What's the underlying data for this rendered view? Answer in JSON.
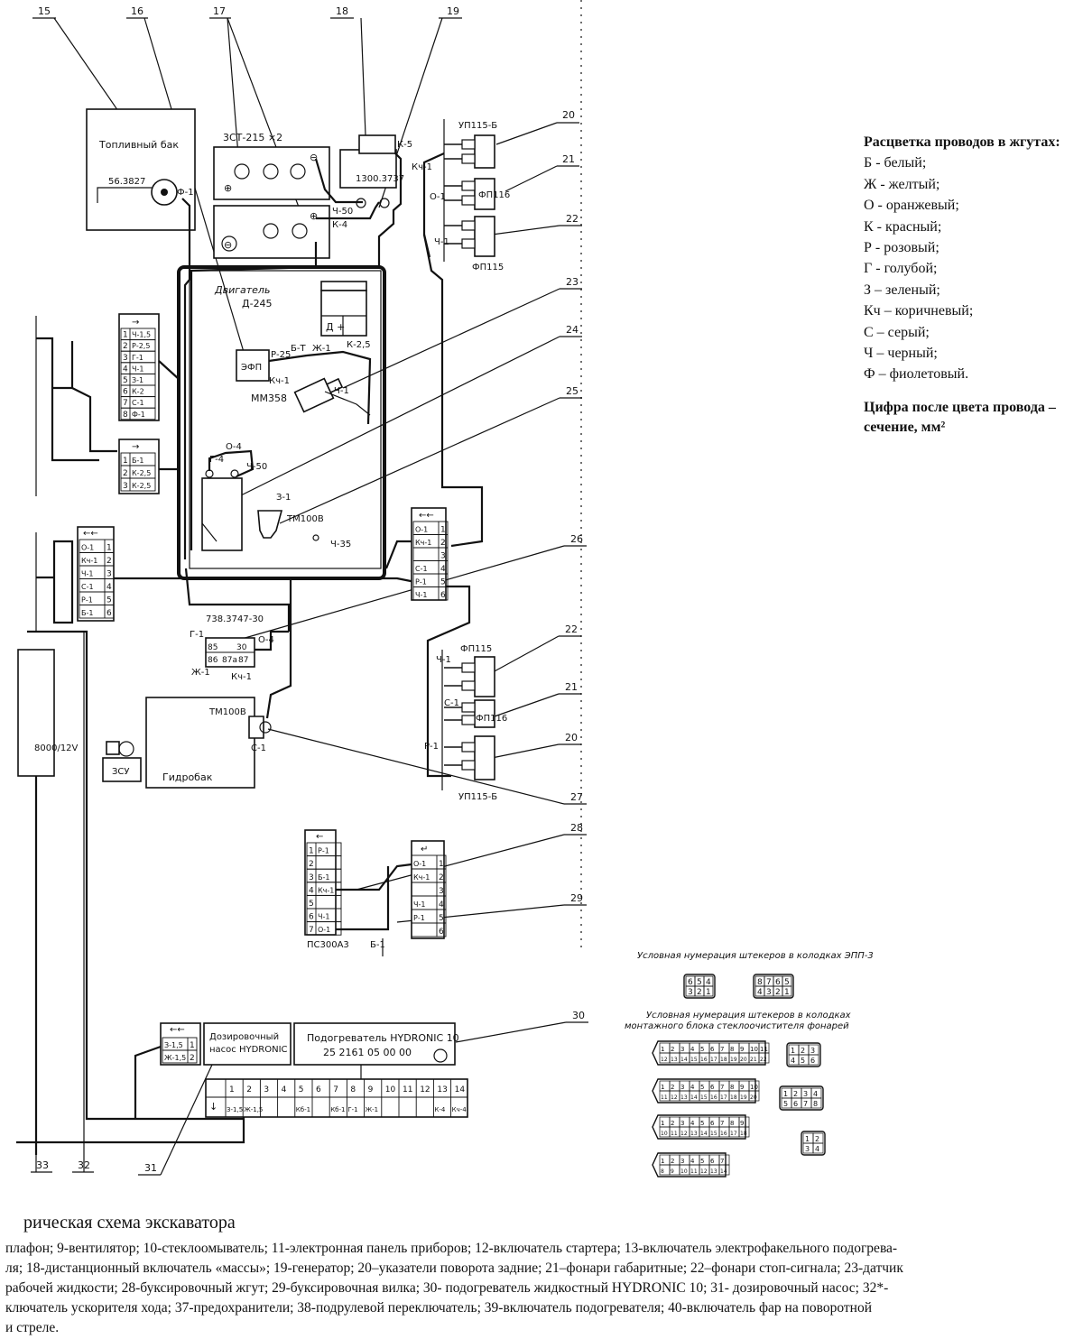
{
  "legend": {
    "heading": "Расцветка проводов в жгутах:",
    "colors": [
      "Б - белый;",
      "Ж - желтый;",
      "О - оранжевый;",
      "К - красный;",
      "Р - розовый;",
      "Г - голубой;",
      "З – зеленый;",
      "Кч – коричневый;",
      "С – серый;",
      "Ч – черный;",
      "Ф – фиолетовый."
    ],
    "note": "Цифра после цвета провода – сечение, мм²"
  },
  "caption": {
    "title": "рическая схема экскаватора",
    "lines": [
      "плафон; 9-вентилятор; 10-стеклоомыватель; 11-электронная панель приборов; 12-включатель стартера; 13-включатель электрофакельного подогрева-",
      "ля; 18-дистанционный включатель «массы»; 19-генератор; 20–указатели поворота задние; 21–фонари габаритные; 22–фонари стоп-сигнала; 23-датчик",
      "рабочей жидкости; 28-буксировочный жгут; 29-буксировочная вилка; 30- подогреватель жидкостный HYDRONIC 10; 31- дозировочный насос; 32*-",
      "ключатель ускорителя хода; 37-предохранители; 38-подрулевой переключатель; 39-включатель подогревателя; 40-включатель фар на поворотной",
      "и стреле."
    ]
  },
  "callouts": [
    "15",
    "16",
    "17",
    "18",
    "19",
    "20",
    "21",
    "22",
    "23",
    "24",
    "25",
    "26",
    "22",
    "21",
    "20",
    "27",
    "28",
    "29",
    "30",
    "31",
    "32",
    "33"
  ],
  "components": {
    "fuel_tank": "Топливный бак",
    "fuel_sensor": "56.3827",
    "battery": "3СТ-215 ×2",
    "mass_switch": "1300.3737",
    "engine": "Двигатель",
    "engine_model": "Д-245",
    "efp": "ЭФП",
    "mm358": "ММ358",
    "tm100v": "ТМ100В",
    "relay": "738.3747-30",
    "hydro_tank": "Гидробак",
    "tm100v_2": "ТМ100В",
    "zsu": "ЗСУ",
    "relay_8000": "8000/12V",
    "up115b": "УП115-Б",
    "fp116": "ФП116",
    "fp115": "ФП115",
    "ps300a3": "ПС300А3",
    "dosing_pump": "Дозировочный насос HYDRONIC",
    "heater_line1": "Подогреватель HYDRONIC 10",
    "heater_line2": "25 2161 05 00 00",
    "numbering_title": "Условная нумерация штекеров в колодках ЭПП-3",
    "mount_title_1": "Условная нумерация штекеров в колодках",
    "mount_title_2": "монтажного блока стеклоочистителя фонарей"
  },
  "wire_labels": {
    "f1": "Ф-1",
    "ch50": "Ч-50",
    "k4": "К-4",
    "k5": "К-5",
    "kch1": "Кч-1",
    "o1": "О-1",
    "ch1": "Ч-1",
    "r25": "Р-25",
    "b_t": "Б-Т",
    "zh1": "Ж-1",
    "k25": "К-2,5",
    "g4": "Г-4",
    "o4": "О-4",
    "z1": "З-1",
    "ch35": "Ч-35",
    "g1": "Г-1",
    "c1": "С-1",
    "r1": "Р-1",
    "b1": "Б-1",
    "d_plus": "Д +"
  },
  "connectors": {
    "left_top": [
      "Ч-1,5",
      "Р-2,5",
      "Г-1",
      "Ч-1",
      "З-1",
      "К-2",
      "С-1",
      "Ф-1"
    ],
    "left_mid": [
      "Б-1",
      "К-2,5",
      "К-2,5"
    ],
    "left_low": [
      "О-1",
      "Кч-1",
      "Ч-1",
      "С-1",
      "Р-1",
      "Б-1"
    ],
    "center_right": [
      "О-1",
      "Кч-1",
      "",
      "С-1",
      "Р-1",
      "Ч-1"
    ],
    "relay_pins": [
      "85",
      "30",
      "86",
      "87а",
      "87"
    ],
    "tow_left": [
      "Р-1",
      "",
      "Б-1",
      "Кч-1",
      "",
      "Ч-1",
      "О-1"
    ],
    "tow_right": [
      "О-1",
      "Кч-1",
      "",
      "Ч-1",
      "Р-1",
      ""
    ],
    "heater_small": [
      "З-1,5",
      "Ж-1,5"
    ],
    "heater_block_nums": [
      "1",
      "2",
      "3",
      "4",
      "5",
      "6",
      "7",
      "8",
      "9",
      "10",
      "11",
      "12",
      "13",
      "14"
    ],
    "heater_block_wires": [
      "З-1,5",
      "Ж-1,5",
      "",
      "",
      "Кб-1",
      "",
      "Кб-1",
      "Г-1",
      "Ж-1",
      "",
      "",
      "",
      "К-4",
      "Кч-4"
    ],
    "epp3_a": [
      "6",
      "5",
      "4",
      "3",
      "2",
      "1"
    ],
    "epp3_b": [
      "8",
      "7",
      "6",
      "5",
      "4",
      "3",
      "2",
      "1"
    ]
  }
}
